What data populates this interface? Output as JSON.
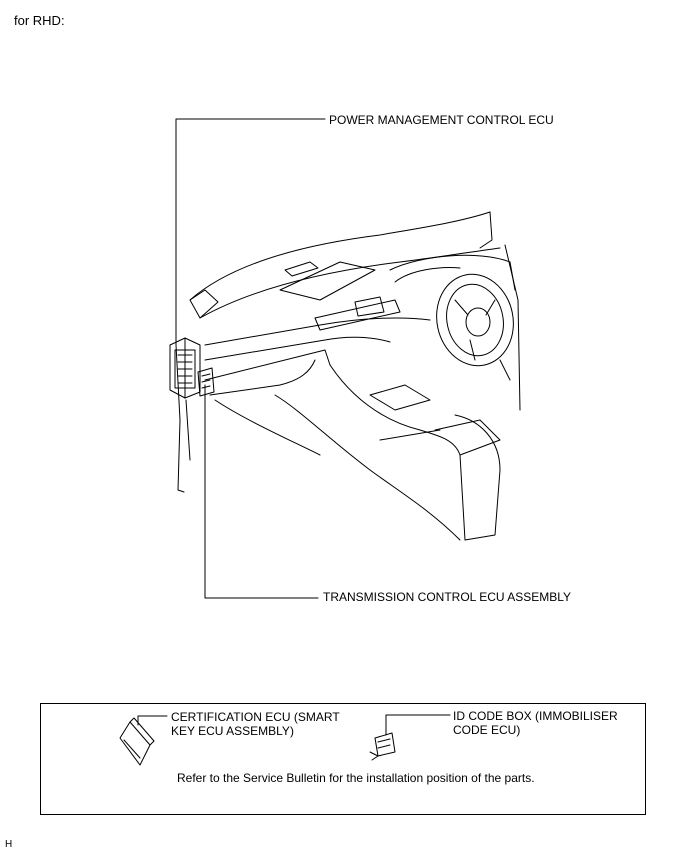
{
  "header": {
    "title": "for RHD:"
  },
  "labels": {
    "power_mgmt": "POWER MANAGEMENT CONTROL ECU",
    "transmission": "TRANSMISSION CONTROL ECU ASSEMBLY"
  },
  "note_box": {
    "certification": "CERTIFICATION ECU (SMART\nKEY ECU ASSEMBLY)",
    "id_code": "ID CODE BOX (IMMOBILISER\nCODE ECU)",
    "note": "Refer to the Service Bulletin for the installation position of the parts."
  },
  "footer": {
    "code": "H"
  }
}
